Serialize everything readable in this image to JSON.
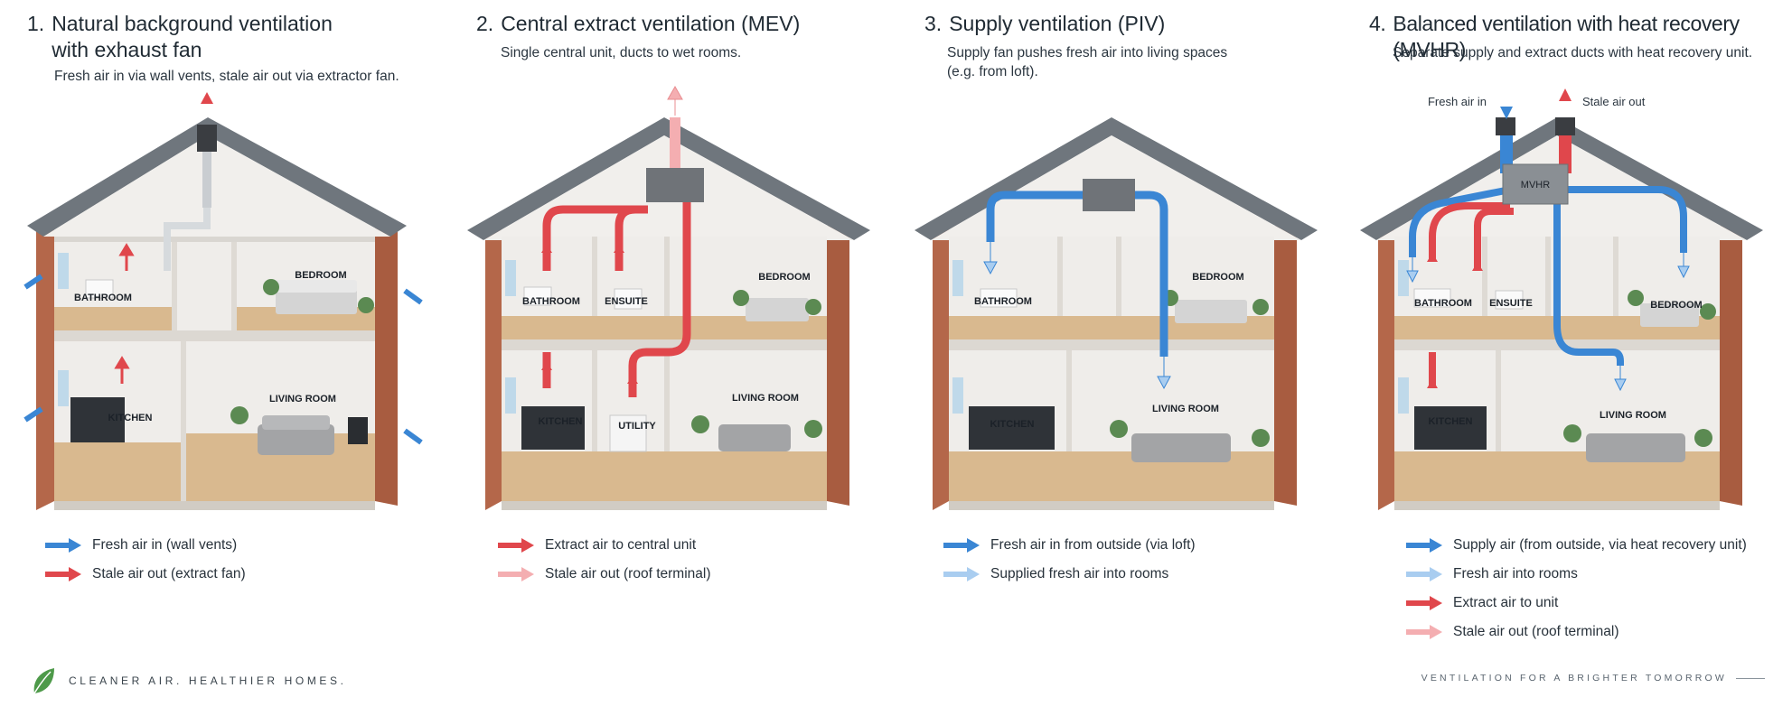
{
  "panels": [
    {
      "number": "1.",
      "title_line1": "Natural background ventilation",
      "title_line2": "with exhaust fan",
      "subtitle_line1": "Fresh air in via wall vents, stale air out via extractor fan.",
      "subtitle_line2": "",
      "rooms": {
        "bathroom": "BATHROOM",
        "bedroom": "BEDROOM",
        "kitchen": "KITCHEN",
        "living_room": "LIVING ROOM"
      },
      "legend": [
        {
          "label": "Fresh air in (wall vents)",
          "arrow_color": "#3a86d4"
        },
        {
          "label": "Stale air out (extract fan)",
          "arrow_color": "#e0474c"
        }
      ]
    },
    {
      "number": "2.",
      "title_line1": "Central extract ventilation (MEV)",
      "title_line2": "",
      "subtitle_line1": "Single central unit, ducts to wet rooms.",
      "subtitle_line2": "",
      "rooms": {
        "bathroom": "BATHROOM",
        "ensuite": "ENSUITE",
        "bedroom": "BEDROOM",
        "kitchen": "KITCHEN",
        "utility": "UTILITY",
        "living_room": "LIVING ROOM"
      },
      "legend": [
        {
          "label": "Extract air to central unit",
          "arrow_color": "#e0474c"
        },
        {
          "label": "Stale air out (roof terminal)",
          "arrow_color": "#f4aeb1"
        }
      ]
    },
    {
      "number": "3.",
      "title_line1": "Supply ventilation (PIV)",
      "title_line2": "",
      "subtitle_line1": "Supply fan pushes fresh air into living spaces",
      "subtitle_line2": "(e.g. from loft).",
      "rooms": {
        "bathroom": "BATHROOM",
        "bedroom": "BEDROOM",
        "kitchen": "KITCHEN",
        "living_room": "LIVING ROOM"
      },
      "legend": [
        {
          "label": "Fresh air in from outside (via loft)",
          "arrow_color": "#3a86d4"
        },
        {
          "label": "Supplied fresh air into rooms",
          "arrow_color": "#a9cdf0"
        }
      ]
    },
    {
      "number": "4.",
      "title_line1": "Balanced ventilation with heat recovery (MVHR)",
      "title_line2": "",
      "subtitle_line1": "Separate supply and extract ducts with heat recovery unit.",
      "subtitle_line2": "",
      "roof_labels": {
        "fresh_in": "Fresh air in",
        "stale_out": "Stale air out"
      },
      "unit_label": "MVHR",
      "rooms": {
        "bathroom": "BATHROOM",
        "ensuite": "ENSUITE",
        "bedroom": "BEDROOM",
        "kitchen": "KITCHEN",
        "living_room": "LIVING ROOM"
      },
      "legend": [
        {
          "label": "Supply air (from outside, via heat recovery unit)",
          "arrow_color": "#3a86d4"
        },
        {
          "label": "Fresh air into rooms",
          "arrow_color": "#a9cdf0"
        },
        {
          "label": "Extract air to unit",
          "arrow_color": "#e0474c"
        },
        {
          "label": "Stale air out (roof terminal)",
          "arrow_color": "#f4aeb1"
        }
      ]
    }
  ],
  "footer": {
    "left_tagline": "CLEANER AIR. HEALTHIER HOMES.",
    "right_tagline": "VENTILATION FOR A BRIGHTER TOMORROW",
    "logo_icon": "leaf-icon"
  },
  "colors": {
    "blue": "#3a86d4",
    "light_blue": "#a9cdf0",
    "red": "#e0474c",
    "light_red": "#f4aeb1",
    "brick": "#b4674a",
    "roof": "#6f767d",
    "leaf": "#4e9a4a"
  }
}
